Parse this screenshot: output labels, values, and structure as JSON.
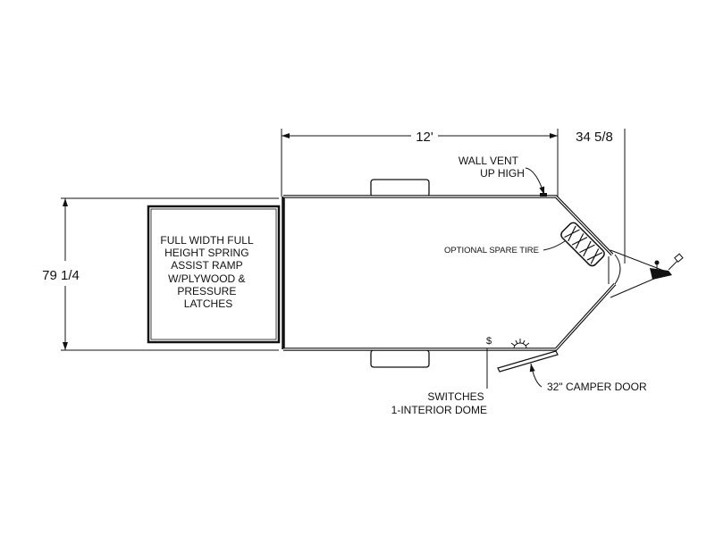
{
  "dimensions": {
    "length": "12'",
    "tongue": "34 5/8",
    "width": "79 1/4"
  },
  "ramp_label": [
    "FULL WIDTH FULL",
    "HEIGHT SPRING",
    "ASSIST RAMP",
    "W/PLYWOOD &",
    "PRESSURE",
    "LATCHES"
  ],
  "callouts": {
    "wall_vent": [
      "WALL VENT",
      "UP HIGH"
    ],
    "spare_tire": "OPTIONAL SPARE TIRE",
    "switches": [
      "SWITCHES",
      "1-INTERIOR DOME"
    ],
    "camper_door": "32\" CAMPER DOOR"
  }
}
